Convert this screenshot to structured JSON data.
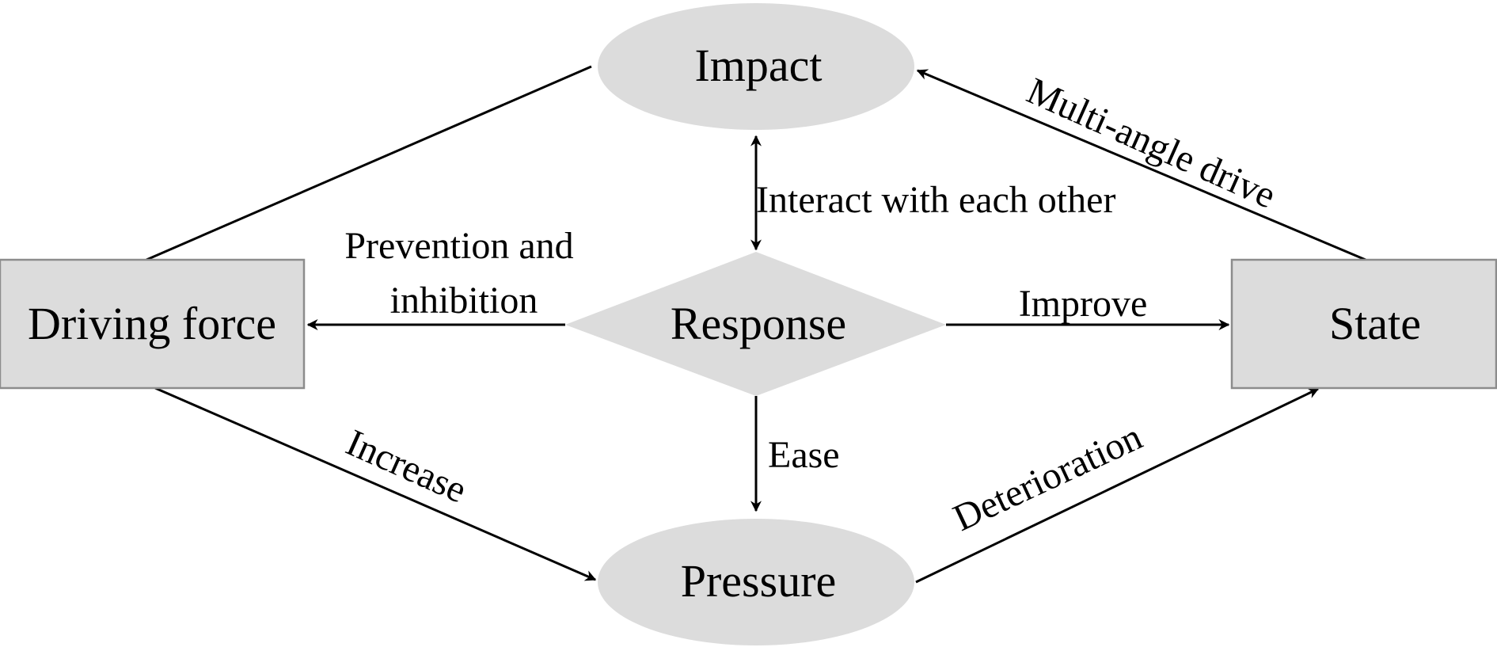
{
  "nodes": {
    "impact": "Impact",
    "response": "Response",
    "driving_force": "Driving force",
    "state": "State",
    "pressure": "Pressure"
  },
  "edges": {
    "interact": "Interact with each other",
    "multi_angle": "Multi-angle drive",
    "prevention_line1": "Prevention and",
    "prevention_line2": "inhibition",
    "improve": "Improve",
    "ease": "Ease",
    "increase": "Increase",
    "deterioration": "Deterioration"
  },
  "colors": {
    "node_fill": "#dcdcdc",
    "node_border": "#8c8c8c",
    "line": "#000000"
  }
}
